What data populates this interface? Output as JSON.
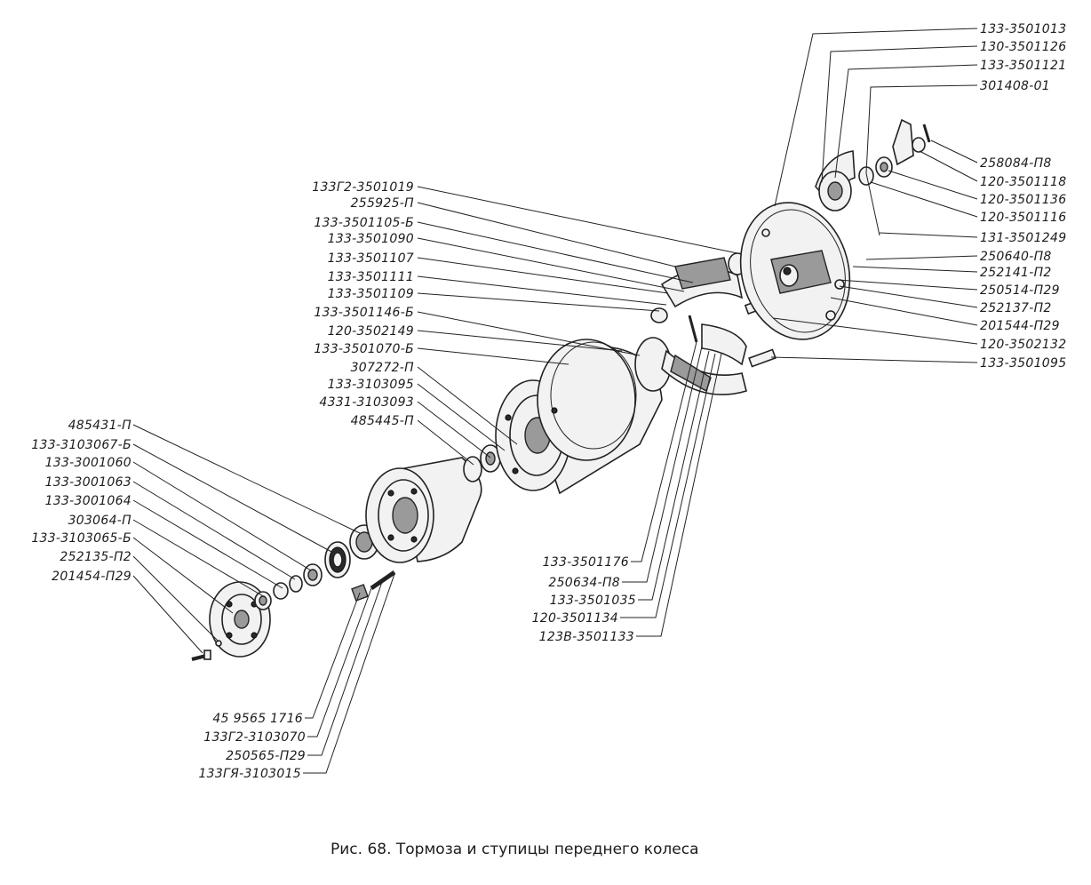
{
  "caption": "Рис. 68. Тормоза и ступицы переднего колеса",
  "labels": {
    "right_top": [
      "133-3501013",
      "130-3501126",
      "133-3501121",
      "301408-01"
    ],
    "right_mid": [
      "258084-П8",
      "120-3501118",
      "120-3501136",
      "120-3501116",
      "131-3501249",
      "250640-П8",
      "252141-П2",
      "250514-П29",
      "252137-П2",
      "201544-П29",
      "120-3502132",
      "133-3501095"
    ],
    "center_left": [
      "133Г2-3501019",
      "255925-П",
      "133-3501105-Б",
      "133-3501090",
      "133-3501107",
      "133-3501111",
      "133-3501109",
      "133-3501146-Б",
      "120-3502149",
      "133-3501070-Б",
      "307272-П",
      "133-3103095",
      "4331-3103093",
      "485445-П"
    ],
    "far_left": [
      "485431-П",
      "133-3103067-Б",
      "133-3001060",
      "133-3001063",
      "133-3001064",
      "303064-П",
      "133-3103065-Б",
      "252135-П2",
      "201454-П29"
    ],
    "center_bottom": [
      "133-3501176",
      "250634-П8",
      "133-3501035",
      "120-3501134",
      "123В-3501133"
    ],
    "bottom_left": [
      "45 9565 1716",
      "133Г2-3103070",
      "250565-П29",
      "133ГЯ-3103015"
    ]
  }
}
